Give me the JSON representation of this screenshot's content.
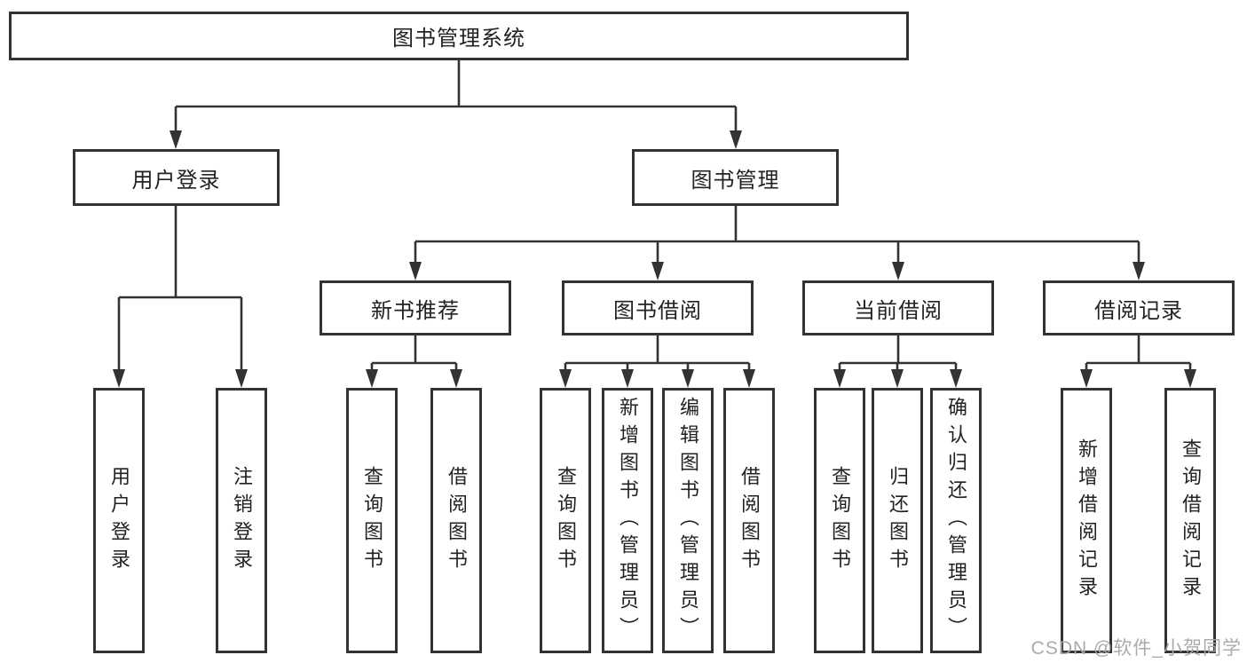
{
  "diagram": {
    "root": {
      "label": "图书管理系统"
    },
    "branches": [
      {
        "label": "用户登录",
        "children": [
          {
            "label": "用户登录"
          },
          {
            "label": "注销登录"
          }
        ]
      },
      {
        "label": "图书管理",
        "children": [
          {
            "label": "新书推荐",
            "children": [
              {
                "label": "查询图书"
              },
              {
                "label": "借阅图书"
              }
            ]
          },
          {
            "label": "图书借阅",
            "children": [
              {
                "label": "查询图书"
              },
              {
                "label": "新增图书（管理员）"
              },
              {
                "label": "编辑图书（管理员）"
              },
              {
                "label": "借阅图书"
              }
            ]
          },
          {
            "label": "当前借阅",
            "children": [
              {
                "label": "查询图书"
              },
              {
                "label": "归还图书"
              },
              {
                "label": "确认归还（管理员）"
              }
            ]
          },
          {
            "label": "借阅记录",
            "children": [
              {
                "label": "新增借阅记录"
              },
              {
                "label": "查询借阅记录"
              }
            ]
          }
        ]
      }
    ]
  },
  "watermark": {
    "text": "CSDN @软件_小贺同学"
  },
  "colors": {
    "line": "#333333",
    "box_border": "#333333",
    "box_fill": "#ffffff",
    "text": "#222222",
    "watermark": "#a8a5a5",
    "background": "#ffffff"
  }
}
